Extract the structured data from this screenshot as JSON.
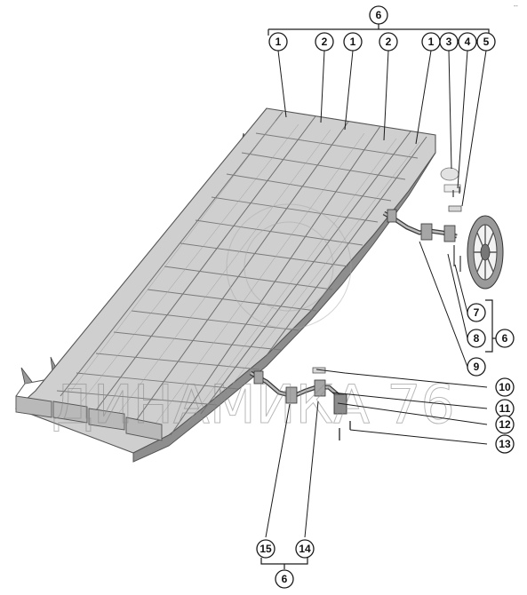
{
  "callouts": [
    {
      "id": "c6-top",
      "label": "6"
    },
    {
      "id": "c1-a",
      "label": "1"
    },
    {
      "id": "c2-a",
      "label": "2"
    },
    {
      "id": "c1-b",
      "label": "1"
    },
    {
      "id": "c2-b",
      "label": "2"
    },
    {
      "id": "c1-c",
      "label": "1"
    },
    {
      "id": "c3",
      "label": "3"
    },
    {
      "id": "c4",
      "label": "4"
    },
    {
      "id": "c5",
      "label": "5"
    },
    {
      "id": "c7",
      "label": "7"
    },
    {
      "id": "c8",
      "label": "8"
    },
    {
      "id": "c6-right",
      "label": "6"
    },
    {
      "id": "c9",
      "label": "9"
    },
    {
      "id": "c10",
      "label": "10"
    },
    {
      "id": "c11",
      "label": "11"
    },
    {
      "id": "c12",
      "label": "12"
    },
    {
      "id": "c13",
      "label": "13"
    },
    {
      "id": "c15",
      "label": "15"
    },
    {
      "id": "c14",
      "label": "14"
    },
    {
      "id": "c6-bottom",
      "label": "6"
    }
  ],
  "watermark": {
    "text": "ДИНАМИКА 76"
  },
  "corner_mark": "--"
}
